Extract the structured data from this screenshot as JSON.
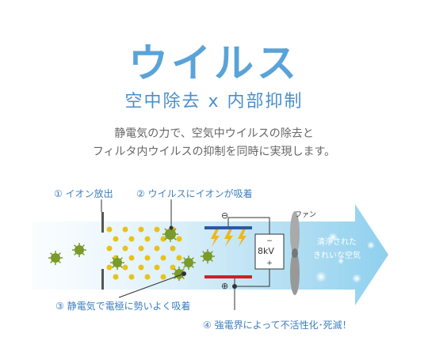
{
  "title": "ウイルス",
  "subtitle": "空中除去 x 内部抑制",
  "description": {
    "line1": "静電気の力で、空気中ウイルスの除去と",
    "line2": "フィルタ内ウイルスの抑制を同時に実現します。"
  },
  "labels": {
    "step1": "① イオン放出",
    "step2": "② ウイルスにイオンが吸着",
    "step3": "③ 静電気で電極に勢いよく吸着",
    "step4": "④ 強電界によって不活性化･死滅！",
    "fan": "ファン",
    "clean_air_line1": "清浄された",
    "clean_air_line2": "きれいな空気",
    "voltage": "8kV",
    "minus": "⊖",
    "plus": "⊕"
  },
  "colors": {
    "title": "#5aa3d8",
    "label": "#3c7fc0",
    "ion": "#e8c21a",
    "virus": "#7a9a2a",
    "electrode_top": "#2a5aa0",
    "electrode_bottom": "#cc2222",
    "flow": "#bfe3f5"
  }
}
